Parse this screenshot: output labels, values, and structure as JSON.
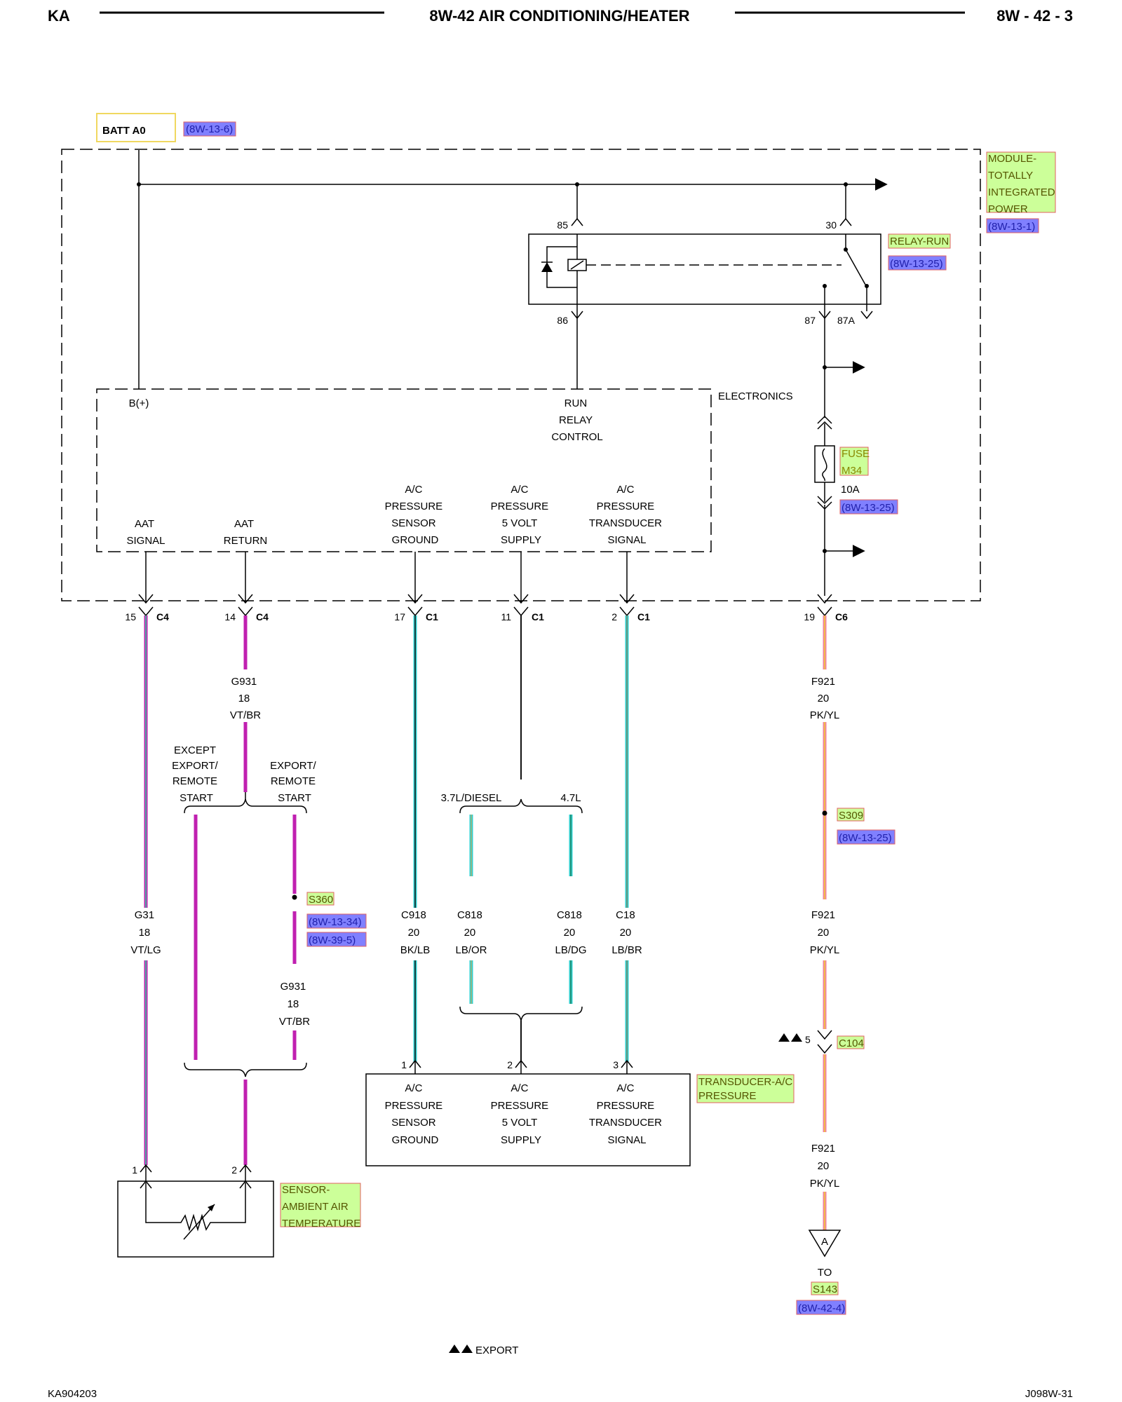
{
  "header": {
    "left": "KA",
    "center": "8W-42 AIR CONDITIONING/HEATER",
    "right": "8W - 42 - 3"
  },
  "footer": {
    "left": "KA904203",
    "right": "J098W-31",
    "export_note": "EXPORT"
  },
  "batt": {
    "label": "BATT A0",
    "ref": "(8W-13-6)"
  },
  "tipm": {
    "name": [
      "MODULE-",
      "TOTALLY",
      "INTEGRATED",
      "POWER"
    ],
    "ref": "(8W-13-1)",
    "electronics_label": "ELECTRONICS",
    "b_plus": "B(+)",
    "run_relay_control": [
      "RUN",
      "RELAY",
      "CONTROL"
    ],
    "signals": {
      "aat_signal": [
        "AAT",
        "SIGNAL"
      ],
      "aat_return": [
        "AAT",
        "RETURN"
      ],
      "sensor_ground": [
        "A/C",
        "PRESSURE",
        "SENSOR",
        "GROUND"
      ],
      "five_volt": [
        "A/C",
        "PRESSURE",
        "5 VOLT",
        "SUPPLY"
      ],
      "transducer_signal": [
        "A/C",
        "PRESSURE",
        "TRANSDUCER",
        "SIGNAL"
      ]
    }
  },
  "relay": {
    "name": "RELAY-RUN",
    "ref": "(8W-13-25)",
    "pins": {
      "p85": "85",
      "p30": "30",
      "p86": "86",
      "p87": "87",
      "p87a": "87A"
    }
  },
  "fuse": {
    "name": [
      "FUSE",
      "M34"
    ],
    "rating": "10A",
    "ref": "(8W-13-25)"
  },
  "connectors": {
    "aat_signal": {
      "pin": "15",
      "conn": "C4"
    },
    "aat_return": {
      "pin": "14",
      "conn": "C4"
    },
    "sensor_ground": {
      "pin": "17",
      "conn": "C1"
    },
    "five_volt": {
      "pin": "11",
      "conn": "C1"
    },
    "transducer_signal": {
      "pin": "2",
      "conn": "C1"
    },
    "fuse_out": {
      "pin": "19",
      "conn": "C6"
    }
  },
  "wires": {
    "g931_upper": [
      "G931",
      "18",
      "VT/BR"
    ],
    "g31": [
      "G31",
      "18",
      "VT/LG"
    ],
    "g931_lower": [
      "G931",
      "18",
      "VT/BR"
    ],
    "c918": [
      "C918",
      "20",
      "BK/LB"
    ],
    "c818_or": [
      "C818",
      "20",
      "LB/OR"
    ],
    "c818_dg": [
      "C818",
      "20",
      "LB/DG"
    ],
    "c18": [
      "C18",
      "20",
      "LB/BR"
    ],
    "f921_a": [
      "F921",
      "20",
      "PK/YL"
    ],
    "f921_b": [
      "F921",
      "20",
      "PK/YL"
    ],
    "f921_c": [
      "F921",
      "20",
      "PK/YL"
    ]
  },
  "options": {
    "except_export": [
      "EXCEPT",
      "EXPORT/",
      "REMOTE",
      "START"
    ],
    "export_remote": [
      "EXPORT/",
      "REMOTE",
      "START"
    ],
    "engine_37": "3.7L/DIESEL",
    "engine_47": "4.7L"
  },
  "splices": {
    "s360": {
      "name": "S360",
      "refs": [
        "(8W-13-34)",
        "(8W-39-5)"
      ]
    },
    "s309": {
      "name": "S309",
      "ref": "(8W-13-25)"
    }
  },
  "c104": {
    "pin": "5",
    "name": "C104"
  },
  "transducer": {
    "name": [
      "TRANSDUCER-A/C",
      "PRESSURE"
    ],
    "pins": [
      "1",
      "2",
      "3"
    ],
    "signals": {
      "ground": [
        "A/C",
        "PRESSURE",
        "SENSOR",
        "GROUND"
      ],
      "supply": [
        "A/C",
        "PRESSURE",
        "5 VOLT",
        "SUPPLY"
      ],
      "signal": [
        "A/C",
        "PRESSURE",
        "TRANSDUCER",
        "SIGNAL"
      ]
    }
  },
  "sensor": {
    "name": [
      "SENSOR-",
      "AMBIENT AIR",
      "TEMPERATURE"
    ],
    "pins": [
      "1",
      "2"
    ]
  },
  "to_ref": {
    "letter": "A",
    "to": "TO",
    "splice": "S143",
    "ref": "(8W-42-4)"
  },
  "colors": {
    "violet": "#c020b0",
    "light_blue": "#30d0d0",
    "black": "#111111",
    "pink": "#f080a0",
    "yellow": "#f0d030",
    "green_tag": "#ccff99",
    "blue_tag": "#8080ff",
    "tag_border": "#e06060",
    "tag_text": "#555500"
  }
}
